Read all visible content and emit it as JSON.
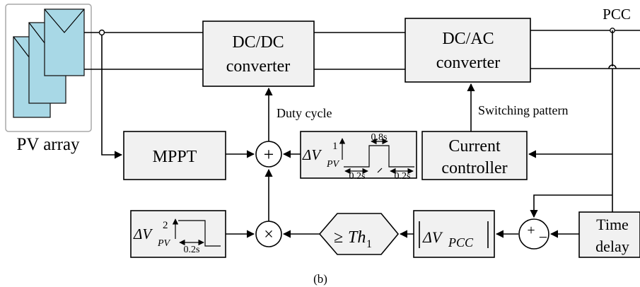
{
  "pv_array": {
    "label": "PV array"
  },
  "pcc": {
    "label": "PCC"
  },
  "blocks": {
    "dcdc_line1": "DC/DC",
    "dcdc_line2": "converter",
    "dcac_line1": "DC/AC",
    "dcac_line2": "converter",
    "mppt": "MPPT",
    "current_line1": "Current",
    "current_line2": "controller",
    "time_line1": "Time",
    "time_line2": "delay"
  },
  "signals": {
    "duty_cycle": "Duty cycle",
    "switching_pattern": "Switching pattern"
  },
  "operators": {
    "sum": "+",
    "multiply": "×",
    "sub_plus": "+",
    "sub_minus": "−"
  },
  "perturbation1": {
    "delta": "ΔV",
    "sub": "PV",
    "sup": "1",
    "width_label": "0.8s",
    "left_label": "0.2s",
    "right_label": "0.2s"
  },
  "perturbation2": {
    "delta": "ΔV",
    "sub": "PV",
    "sup": "2",
    "width_label": "0.2s"
  },
  "threshold": {
    "ge": "≥",
    "th": "Th",
    "sub": "1"
  },
  "abs_block": {
    "delta": "ΔV",
    "sub": "PCC"
  },
  "caption": "(b)"
}
